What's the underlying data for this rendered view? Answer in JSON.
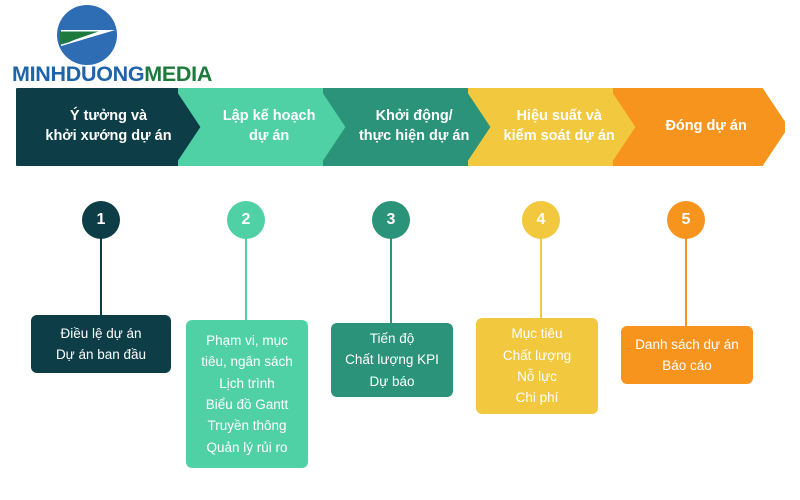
{
  "logo": {
    "mark_name": "minhduong-circle-logo",
    "circle_color": "#2E6DB4",
    "arrow_color": "#1E7A3C",
    "wordmark_part1": "MINHDUONG",
    "wordmark_part2": "MEDIA",
    "wordmark_color1": "#1F63A8",
    "wordmark_color2": "#1E7A3C"
  },
  "phases": [
    {
      "number": "1",
      "chevron_lines": [
        "Ý tưởng và",
        "khởi xướng dự án"
      ],
      "color": "#0D3D47",
      "detail_lines": [
        "Điều lệ dự án",
        "Dự án ban đầu"
      ]
    },
    {
      "number": "2",
      "chevron_lines": [
        "Lập kế hoạch",
        "dự án"
      ],
      "color": "#4FD1A5",
      "detail_lines": [
        "Phạm vi, mục",
        "tiêu, ngân sách",
        "Lịch trình",
        "Biểu đồ Gantt",
        "Truyền thông",
        "Quản lý rủi ro"
      ]
    },
    {
      "number": "3",
      "chevron_lines": [
        "Khởi động/",
        "thực hiện dự án"
      ],
      "color": "#2A9379",
      "detail_lines": [
        "Tiến độ",
        "Chất lượng KPI",
        "Dự báo"
      ]
    },
    {
      "number": "4",
      "chevron_lines": [
        "Hiệu suất và",
        "kiểm soát dự án"
      ],
      "color": "#F2C83F",
      "detail_lines": [
        "Mục tiêu",
        "Chất lượng",
        "Nỗ lực",
        "Chi phí"
      ]
    },
    {
      "number": "5",
      "chevron_lines": [
        "Đóng dự án"
      ],
      "color": "#F7941E",
      "detail_lines": [
        "Danh sách dự án",
        "Báo cáo"
      ]
    }
  ]
}
